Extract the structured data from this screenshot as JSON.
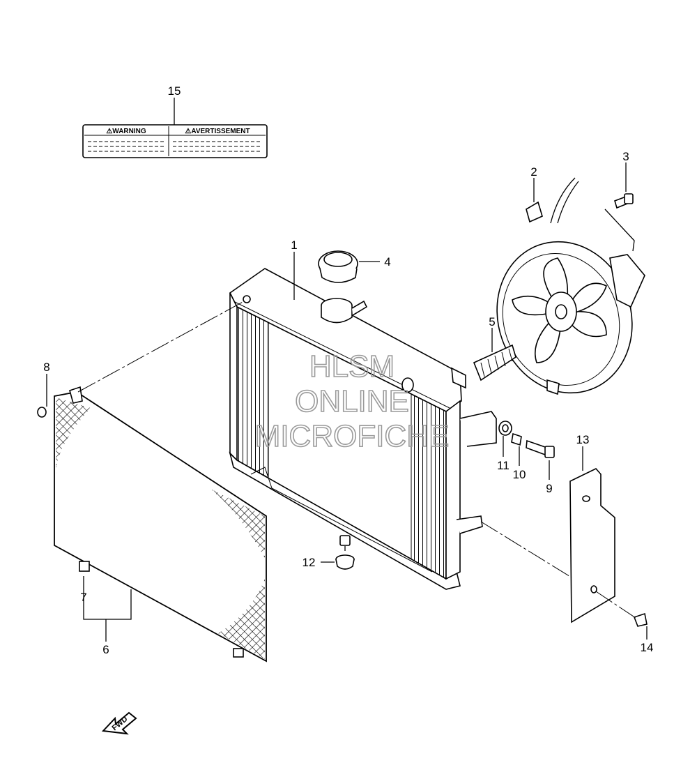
{
  "warning_label": {
    "left_text": "⚠WARNING",
    "right_text": "⚠AVERTISSEMENT"
  },
  "watermark": {
    "line1": "HLSM",
    "line2": "ONLINE",
    "line3": "MICROFICHE"
  },
  "fwd_arrow_text": "FWD",
  "callouts": {
    "c1": "1",
    "c2": "2",
    "c3": "3",
    "c4": "4",
    "c5": "5",
    "c6": "6",
    "c7": "7",
    "c8": "8",
    "c9": "9",
    "c10": "10",
    "c11": "11",
    "c12": "12",
    "c13": "13",
    "c14": "14",
    "c15": "15"
  }
}
